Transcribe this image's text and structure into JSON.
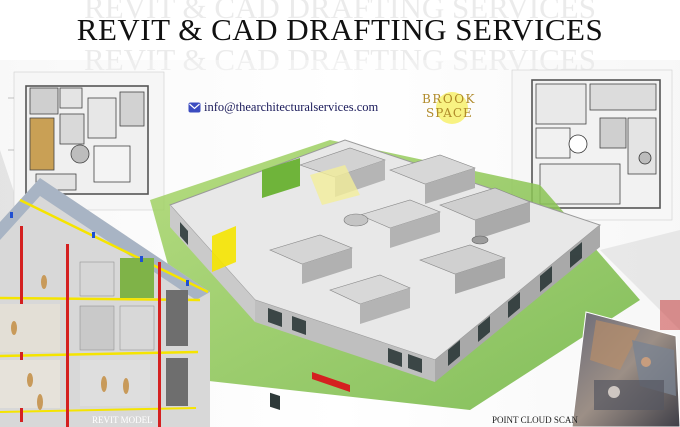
{
  "header": {
    "title": "REVIT & CAD DRAFTING SERVICES"
  },
  "contact": {
    "email": "info@thearchitecturalservices.com",
    "icon": "envelope-icon"
  },
  "logo": {
    "line1": "BROOK",
    "line2": "SPACE"
  },
  "captions": {
    "revit_model": "REVIT MODEL",
    "point_cloud_scan": "POINT CLOUD SCAN"
  },
  "colors": {
    "brand_gold": "#b08a2a",
    "title": "#111111",
    "accent_green": "#8ec63f",
    "accent_yellow": "#f5e400",
    "accent_red": "#d42020"
  }
}
